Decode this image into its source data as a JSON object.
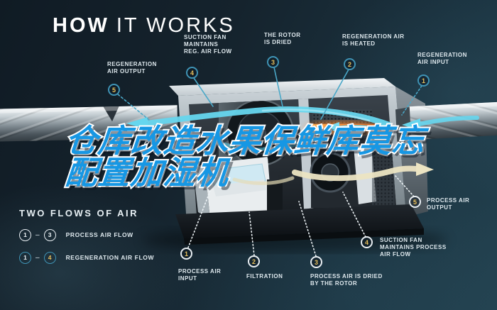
{
  "title": {
    "bold": "HOW",
    "rest": "IT WORKS"
  },
  "overlay_text": {
    "line1": "仓库改造水果保鲜库莫忘",
    "line2": "配置加湿机"
  },
  "callouts": {
    "reg_output": {
      "num": "5",
      "label": "REGENERATION\nAIR OUTPUT"
    },
    "reg_fan": {
      "num": "4",
      "label": "SUCTION FAN\nMAINTAINS\nREG. AIR FLOW"
    },
    "rotor_dried": {
      "num": "3",
      "label": "THE ROTOR\nIS DRIED"
    },
    "reg_heated": {
      "num": "2",
      "label": "REGENERATION AIR\nIS HEATED"
    },
    "reg_input": {
      "num": "1",
      "label": "REGENERATION\nAIR INPUT"
    },
    "proc_input": {
      "num": "1",
      "label": "PROCESS AIR\nINPUT"
    },
    "filtration": {
      "num": "2",
      "label": "FILTRATION"
    },
    "proc_dried": {
      "num": "3",
      "label": "PROCESS AIR IS DRIED\nBY THE ROTOR"
    },
    "proc_fan": {
      "num": "4",
      "label": "SUCTION FAN\nMAINTAINS PROCESS\nAIR FLOW"
    },
    "proc_output": {
      "num": "5",
      "label": "PROCESS AIR\nOUTPUT"
    }
  },
  "legend": {
    "heading": "TWO FLOWS OF AIR",
    "separator": "–",
    "process": {
      "from": "1",
      "to": "3",
      "label": "PROCESS AIR FLOW"
    },
    "regeneration": {
      "from": "1",
      "to": "4",
      "label": "REGENERATION AIR FLOW"
    }
  },
  "colors": {
    "background": "#15232d",
    "accent_teal": "#3f93b5",
    "flow_teal": "#66d6ee",
    "flow_cream": "#ece4c2",
    "badge_number": "#e9c05c",
    "heater_orange": "#f28a38",
    "label_text": "#dfe9ee",
    "overlay_blue": "#1697e4"
  }
}
